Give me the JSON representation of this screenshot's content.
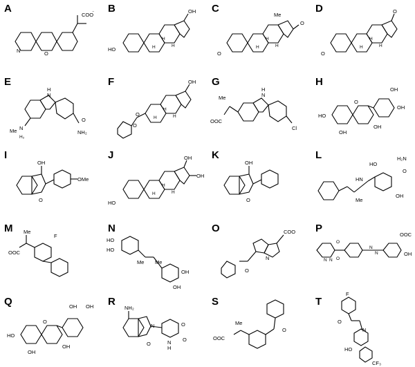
{
  "panels": [
    {
      "letter": "A",
      "labels": [
        "COO",
        "⁻",
        "N",
        "O"
      ]
    },
    {
      "letter": "B",
      "labels": [
        "OH",
        "HO",
        "H",
        "H",
        "H"
      ]
    },
    {
      "letter": "C",
      "labels": [
        "Me",
        "O",
        "O",
        "H",
        "H",
        "H"
      ]
    },
    {
      "letter": "D",
      "labels": [
        "O",
        "O",
        "H",
        "H",
        "H"
      ]
    },
    {
      "letter": "E",
      "labels": [
        "H",
        "N",
        "Me",
        "N",
        "H₂",
        "NH₂",
        "O"
      ]
    },
    {
      "letter": "F",
      "labels": [
        "OH",
        "O",
        "O",
        "H",
        "H",
        "H"
      ]
    },
    {
      "letter": "G",
      "labels": [
        "Me",
        "OOC",
        "H",
        "N",
        "Cl"
      ]
    },
    {
      "letter": "H",
      "labels": [
        "OH",
        "OH",
        "HO",
        "O",
        "OH",
        "OH"
      ]
    },
    {
      "letter": "I",
      "labels": [
        "OH",
        "OMe",
        "O"
      ]
    },
    {
      "letter": "J",
      "labels": [
        "OH",
        "OH",
        "HO",
        "H",
        "H",
        "H"
      ]
    },
    {
      "letter": "K",
      "labels": [
        "OH",
        "O"
      ]
    },
    {
      "letter": "L",
      "labels": [
        "H₂N",
        "HO",
        "HN",
        "O",
        "OH",
        "Me"
      ]
    },
    {
      "letter": "M",
      "labels": [
        "Me",
        "F",
        "OOC"
      ]
    },
    {
      "letter": "N",
      "labels": [
        "HO",
        "HO",
        "Me",
        "Me",
        "OH",
        "OH"
      ]
    },
    {
      "letter": "O",
      "labels": [
        "COO",
        "N",
        "O"
      ]
    },
    {
      "letter": "P",
      "labels": [
        "N",
        "N",
        "N",
        "N",
        "OOC",
        "OH",
        "O",
        "O"
      ]
    },
    {
      "letter": "Q",
      "labels": [
        "OH",
        "OH",
        "HO",
        "O",
        "OH",
        "OH"
      ]
    },
    {
      "letter": "R",
      "labels": [
        "NH₂",
        "N",
        "O",
        "O",
        "N",
        "H",
        "O"
      ]
    },
    {
      "letter": "S",
      "labels": [
        "Me",
        "OOC",
        "O"
      ]
    },
    {
      "letter": "T",
      "labels": [
        "F",
        "O",
        "N",
        "HO",
        "CF₃"
      ]
    }
  ]
}
